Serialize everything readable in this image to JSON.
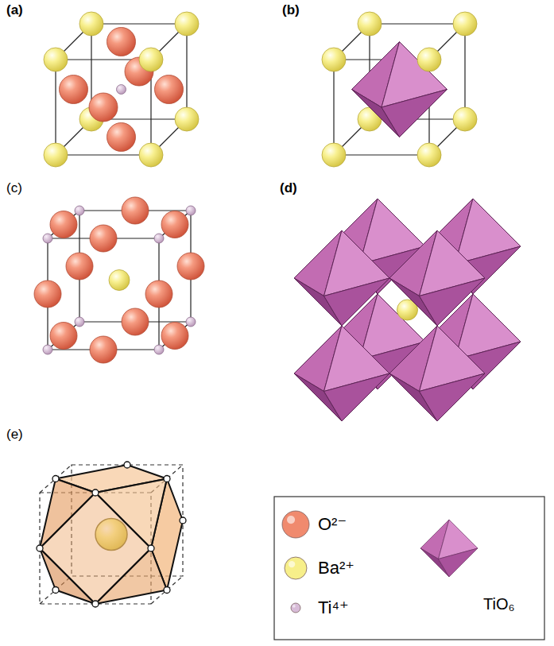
{
  "diagram": {
    "labels": [
      "(a)",
      "(b)",
      "(c)",
      "(d)",
      "(e)"
    ],
    "legend": [
      {
        "text": "O²⁻",
        "color": "#f08a6e"
      },
      {
        "text": "Ba²⁺",
        "color": "#f7ef8a"
      },
      {
        "text": "Ti⁴⁺",
        "color": "#d8bcd8"
      },
      {
        "text": "TiO₆"
      }
    ]
  }
}
